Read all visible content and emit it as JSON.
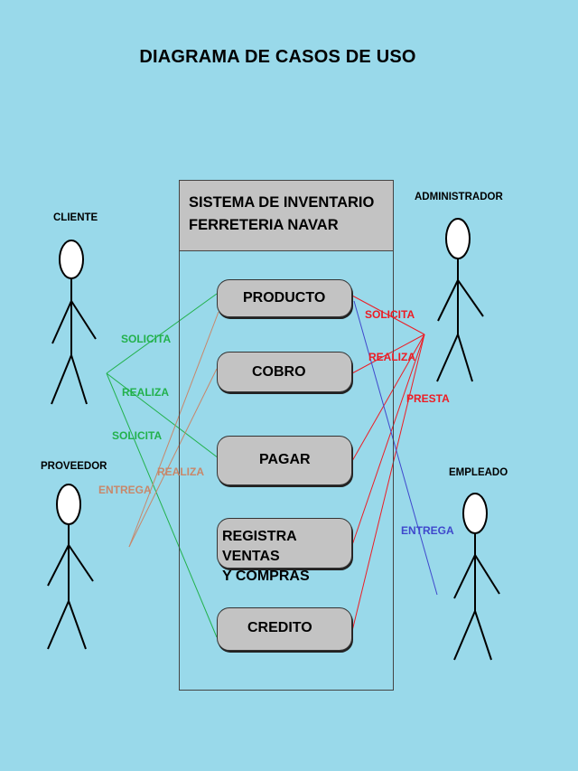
{
  "title": "DIAGRAMA DE CASOS DE USO",
  "system": {
    "line1": "SISTEMA DE INVENTARIO",
    "line2": "FERRETERIA NAVAR"
  },
  "use_cases": {
    "producto": "PRODUCTO",
    "cobro": "COBRO",
    "pagar": "PAGAR",
    "registra_line1": "REGISTRA VENTAS",
    "registra_line2": "Y COMPRAS",
    "credito": "CREDITO"
  },
  "actors": {
    "cliente": "CLIENTE",
    "proveedor": "PROVEEDOR",
    "administrador": "ADMINISTRADOR",
    "empleado": "EMPLEADO"
  },
  "relations": {
    "cliente_solicita_1": "SOLICITA",
    "cliente_realiza": "REALIZA",
    "cliente_solicita_2": "SOLICITA",
    "proveedor_realiza": "REALIZA",
    "proveedor_entrega": "ENTREGA",
    "admin_solicita": "SOLICITA",
    "admin_realiza": "REALIZA",
    "admin_presta": "PRESTA",
    "empleado_entrega": "ENTREGA"
  },
  "colors": {
    "background": "#99D9EA",
    "box_fill": "#C3C3C3",
    "cliente_lines": "#22B14C",
    "proveedor_lines": "#C8876A",
    "administrador_lines": "#ED1C24",
    "empleado_lines": "#3F48CC"
  }
}
